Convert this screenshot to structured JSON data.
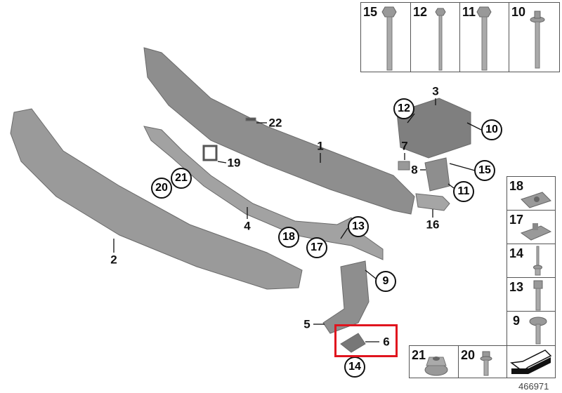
{
  "diagram_id": "466971",
  "highlight_color": "#e0141e",
  "callouts": {
    "c1": "1",
    "c2": "2",
    "c3": "3",
    "c4": "4",
    "c5": "5",
    "c6": "6",
    "c7": "7",
    "c8": "8",
    "c9": "9",
    "c10": "10",
    "c11": "11",
    "c12": "12",
    "c13": "13",
    "c14": "14",
    "c15": "15",
    "c16": "16",
    "c17": "17",
    "c18": "18",
    "c19": "19",
    "c20": "20",
    "c21": "21",
    "c22": "22"
  },
  "fastener_top": [
    "15",
    "12",
    "11",
    "10"
  ],
  "fastener_side": [
    "18",
    "17",
    "14",
    "13",
    "9"
  ],
  "fastener_bottom": [
    "21",
    "20"
  ]
}
